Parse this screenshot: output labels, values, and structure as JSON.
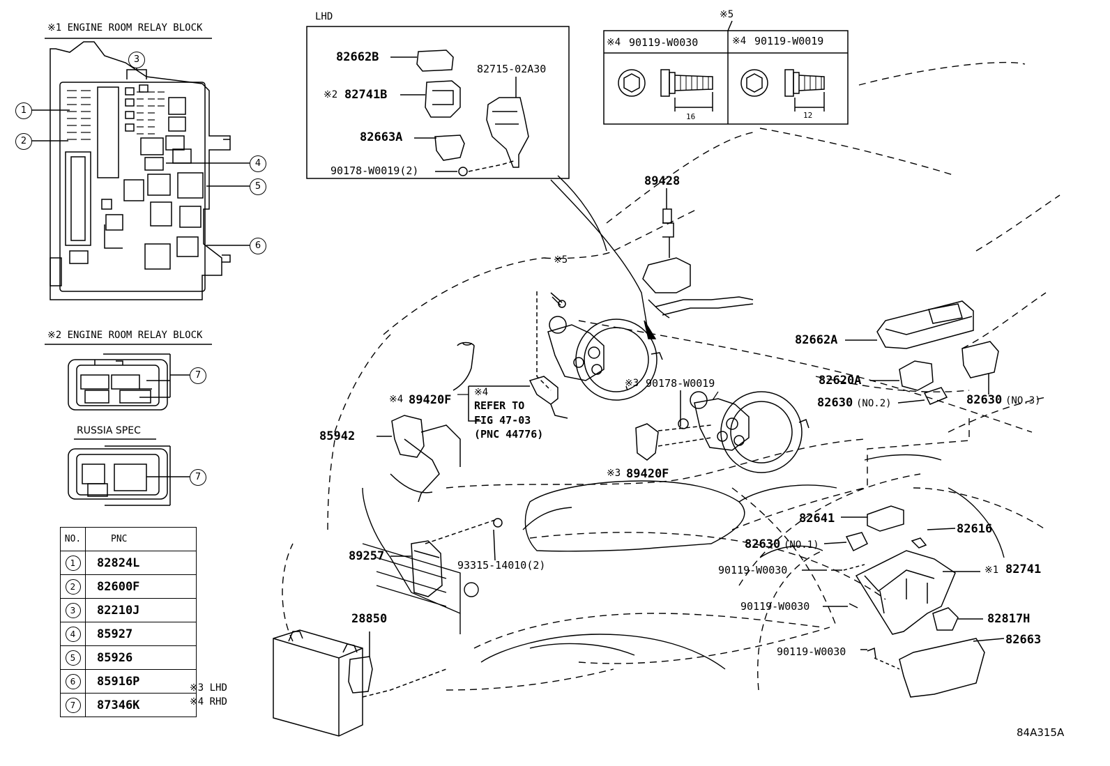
{
  "diagram_code": "84A315A",
  "relay_block_1": {
    "title": "※1  ENGINE ROOM RELAY BLOCK"
  },
  "relay_block_2": {
    "title": "※2  ENGINE ROOM RELAY BLOCK",
    "russia_label": "RUSSIA SPEC"
  },
  "lhd_box": {
    "title": "LHD",
    "parts": {
      "p82662B": "82662B",
      "p82741B_prefix": "※2",
      "p82741B": "82741B",
      "p82715": "82715-02A30",
      "p82663A": "82663A",
      "p90178": "90178-W0019(2)"
    }
  },
  "bolt_box": {
    "ref": "※5",
    "left": {
      "prefix": "※4",
      "part": "90119-W0030",
      "dim": "16"
    },
    "right": {
      "prefix": "※4",
      "part": "90119-W0019",
      "dim": "12"
    }
  },
  "parts": {
    "p89428": "89428",
    "ref5": "※5",
    "p82662A": "82662A",
    "p82620A": "82620A",
    "p82630_no2": "82630",
    "p82630_no2_sfx": "(NO.2)",
    "p82630_no3": "82630",
    "p82630_no3_sfx": "(NO.3)",
    "p89420F_prefix": "※4",
    "p89420F": "89420F",
    "refer_prefix": "※4",
    "refer_line1": "REFER TO",
    "refer_line2": "FIG 47-03",
    "refer_line3": "(PNC 44776)",
    "p90178_prefix": "※3",
    "p90178": "90178-W0019",
    "p85942": "85942",
    "p89420F_b_prefix": "※3",
    "p89420F_b": "89420F",
    "p82641": "82641",
    "p82616": "82616",
    "p82630_no1": "82630",
    "p82630_no1_sfx": "(NO.1)",
    "p89257": "89257",
    "p93315": "93315-14010(2)",
    "p90119_a": "90119-W0030",
    "p82741_prefix": "※1",
    "p82741": "82741",
    "p90119_b": "90119-W0030",
    "p82817H": "82817H",
    "p90119_c": "90119-W0030",
    "p82663": "82663",
    "p28850": "28850"
  },
  "notes": {
    "n3": "※3 LHD",
    "n4": "※4 RHD"
  },
  "legend": {
    "header_no": "NO.",
    "header_pnc": "PNC",
    "rows": [
      {
        "no": "1",
        "pnc": "82824L"
      },
      {
        "no": "2",
        "pnc": "82600F"
      },
      {
        "no": "3",
        "pnc": "82210J"
      },
      {
        "no": "4",
        "pnc": "85927"
      },
      {
        "no": "5",
        "pnc": "85926"
      },
      {
        "no": "6",
        "pnc": "85916P"
      },
      {
        "no": "7",
        "pnc": "87346K"
      }
    ]
  },
  "callouts": {
    "c1": "1",
    "c2": "2",
    "c3": "3",
    "c4": "4",
    "c5": "5",
    "c6": "6",
    "c7a": "7",
    "c7b": "7"
  }
}
